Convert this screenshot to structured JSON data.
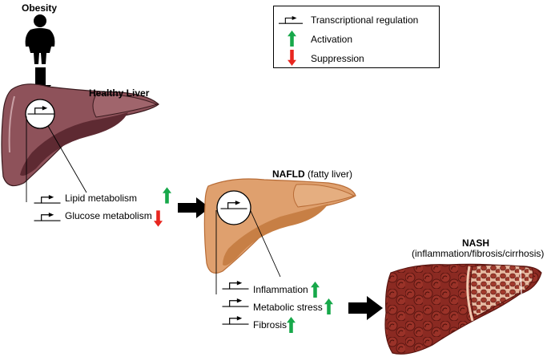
{
  "diagram": {
    "title_obesity": "Obesity",
    "stages": [
      {
        "title": "Healthy Liver",
        "title_suffix": "",
        "color": "#8e525a",
        "items": [
          {
            "label": "Lipid metabolism",
            "effect": "activation"
          },
          {
            "label": "Glucose metabolism",
            "effect": "suppression"
          }
        ]
      },
      {
        "title": "NAFLD",
        "title_suffix": " (fatty liver)",
        "color": "#dfa06e",
        "items": [
          {
            "label": "Inflammation",
            "effect": "activation"
          },
          {
            "label": "Metabolic stress",
            "effect": "activation"
          },
          {
            "label": "Fibrosis",
            "effect": "activation"
          }
        ]
      },
      {
        "title": "NASH",
        "subtitle": "(inflammation/fibrosis/cirrhosis)",
        "color": "#8b2a22"
      }
    ],
    "legend": [
      {
        "icon": "transcription-icon",
        "label": "Transcriptional regulation"
      },
      {
        "icon": "arrow-up-green-icon",
        "label": "Activation",
        "color": "#17a84a"
      },
      {
        "icon": "arrow-down-red-icon",
        "label": "Suppression",
        "color": "#e8261f"
      }
    ],
    "colors": {
      "activation": "#17a84a",
      "suppression": "#e8261f"
    }
  }
}
